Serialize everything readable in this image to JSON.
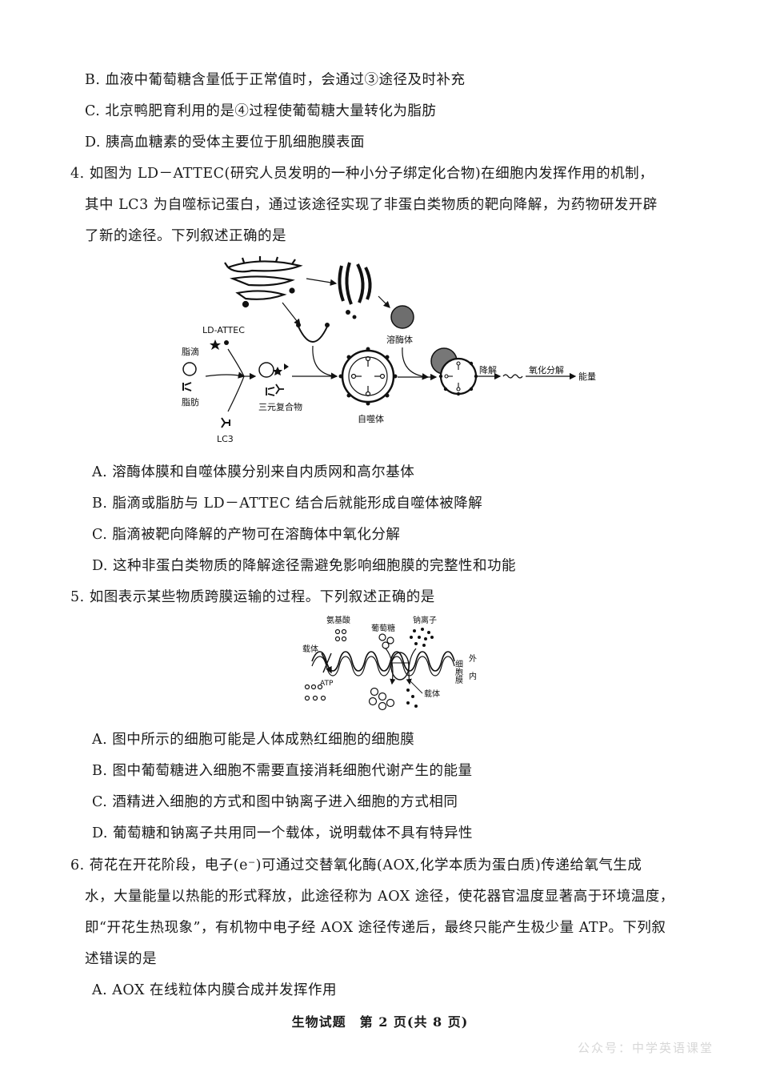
{
  "q3": {
    "optB": "B. 血液中葡萄糖含量低于正常值时，会通过③途径及时补充",
    "optC": "C. 北京鸭肥育利用的是④过程使葡萄糖大量转化为脂肪",
    "optD": "D. 胰高血糖素的受体主要位于肌细胞膜表面"
  },
  "q4": {
    "stem1": "4. 如图为 LD－ATTEC(研究人员发明的一种小分子绑定化合物)在细胞内发挥作用的机制，",
    "stem2": "其中 LC3 为自噬标记蛋白，通过该途径实现了非蛋白类物质的靶向降解，为药物研发开辟",
    "stem3": "了新的途径。下列叙述正确的是",
    "figure": {
      "ld_attec": "LD-ATTEC",
      "lipid_droplet": "脂滴",
      "fat": "脂肪",
      "lc3": "LC3",
      "ternary_complex": "三元复合物",
      "lysosome": "溶酶体",
      "autophagosome": "自噬体",
      "degradation": "降解",
      "oxidation": "氧化分解",
      "energy": "能量"
    },
    "optA": "A. 溶酶体膜和自噬体膜分别来自内质网和高尔基体",
    "optB": "B. 脂滴或脂肪与 LD－ATTEC 结合后就能形成自噬体被降解",
    "optC": "C. 脂滴被靶向降解的产物可在溶酶体中氧化分解",
    "optD": "D. 这种非蛋白类物质的降解途径需避免影响细胞膜的完整性和功能"
  },
  "q5": {
    "stem": "5. 如图表示某些物质跨膜运输的过程。下列叙述正确的是",
    "figure": {
      "amino_acid": "氨基酸",
      "glucose": "葡萄糖",
      "sodium": "钠离子",
      "carrier_left": "载体",
      "carrier_right": "载体",
      "atp": "ATP",
      "outside_label": "细胞膜",
      "outside": "外",
      "inside": "内"
    },
    "optA": "A. 图中所示的细胞可能是人体成熟红细胞的细胞膜",
    "optB": "B. 图中葡萄糖进入细胞不需要直接消耗细胞代谢产生的能量",
    "optC": "C. 酒精进入细胞的方式和图中钠离子进入细胞的方式相同",
    "optD": "D. 葡萄糖和钠离子共用同一个载体，说明载体不具有特异性"
  },
  "q6": {
    "stem1": "6. 荷花在开花阶段，电子(e⁻)可通过交替氧化酶(AOX,化学本质为蛋白质)传递给氧气生成",
    "stem2": "水，大量能量以热能的形式释放，此途径称为 AOX 途径，使花器官温度显著高于环境温度，",
    "stem3": "即“开花生热现象”，有机物中电子经 AOX 途径传递后，最终只能产生极少量 ATP。下列叙",
    "stem4": "述错误的是",
    "optA": "A. AOX 在线粒体内膜合成并发挥作用"
  },
  "footer": "生物试题　第 2 页(共 8 页)",
  "watermark": "公众号：中学英语课堂"
}
